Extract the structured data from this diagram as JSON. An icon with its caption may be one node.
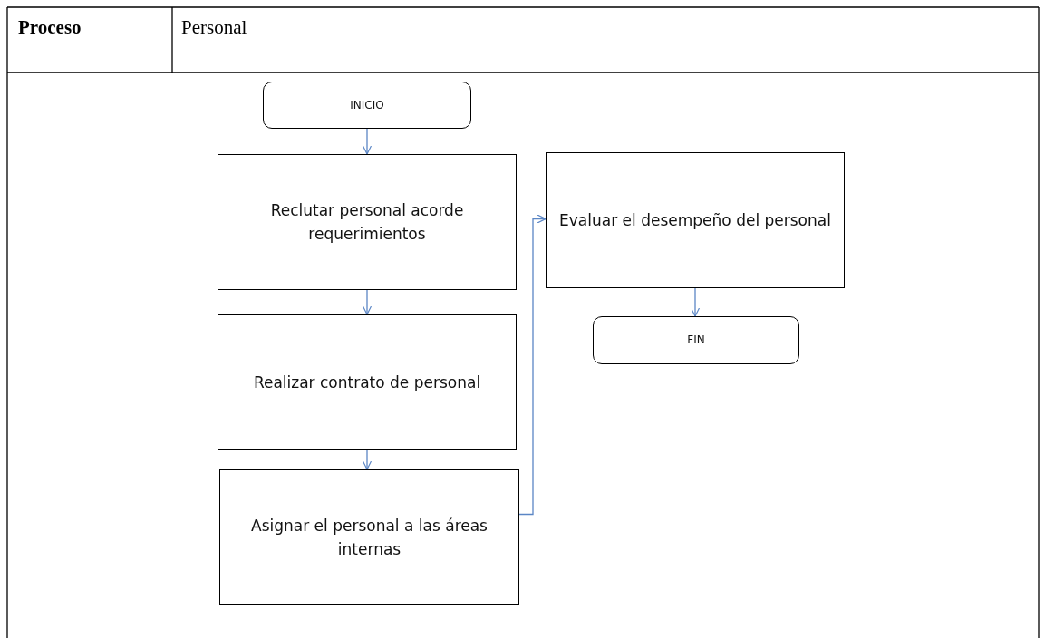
{
  "diagram": {
    "nodes": [
      {
        "text": [
          "INICIO"
        ]
      },
      {
        "text": [
          "Reclutar personal acorde requerimientos"
        ]
      },
      {
        "text": [
          "Realizar contrato de personal"
        ]
      },
      {
        "text": [
          "Asignar el personal a las áreas internas"
        ]
      },
      {
        "text": [
          "Evaluar el desempeño del personal"
        ]
      },
      {
        "text": [
          "FIN"
        ]
      }
    ],
    "edges": [
      {
        "from": 0,
        "to": 1,
        "arrow": "to"
      },
      {
        "from": 1,
        "to": 2,
        "arrow": "to"
      },
      {
        "from": 2,
        "to": 3,
        "arrow": "to"
      },
      {
        "from": 3,
        "to": 4,
        "arrow": "to"
      },
      {
        "from": 4,
        "to": 5,
        "arrow": "to"
      }
    ],
    "labels": [
      "Proceso",
      "Personal"
    ]
  }
}
